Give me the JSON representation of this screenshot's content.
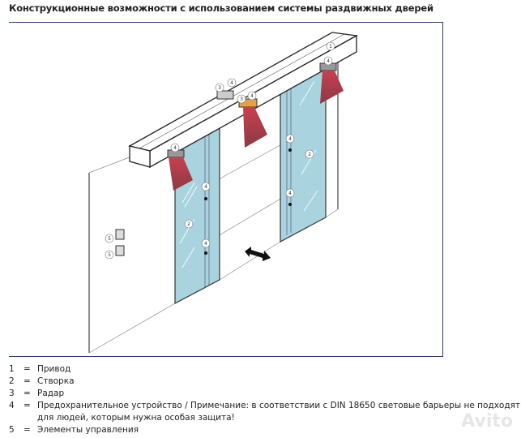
{
  "title": "Конструкционные возможности с использованием системы раздвижных дверей",
  "diagram": {
    "callouts": {
      "drive": "1",
      "leaf": "2",
      "radar": "3",
      "safety": "4",
      "controls": "5"
    },
    "colors": {
      "glass": "#a9d4df",
      "sensor_beam": "#c0404f",
      "radar_body": "#e8a040",
      "frame": "#2a3a6a"
    }
  },
  "legend": [
    {
      "num": "1",
      "eq": "=",
      "text": "Привод"
    },
    {
      "num": "2",
      "eq": "=",
      "text": "Створка"
    },
    {
      "num": "3",
      "eq": "=",
      "text": "Радар"
    },
    {
      "num": "4",
      "eq": "=",
      "text": "Предохранительное устройство / Примечание: в соответствии с DIN 18650 световые барьеры не подходят для людей, которым нужна особая защита!"
    },
    {
      "num": "5",
      "eq": "=",
      "text": "Элементы управления"
    }
  ],
  "watermark": "Avito"
}
